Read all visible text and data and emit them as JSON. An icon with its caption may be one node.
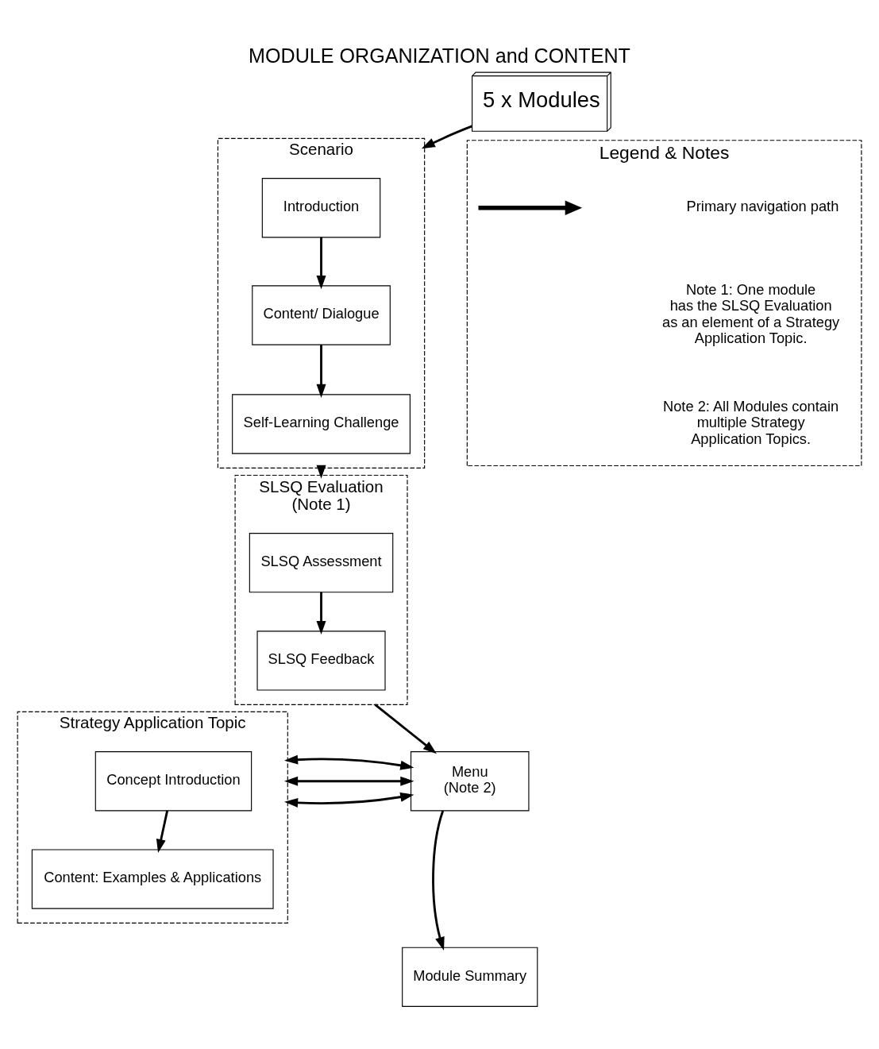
{
  "diagram": {
    "title": "MODULE ORGANIZATION and CONTENT",
    "nodes": [
      {
        "text": [
          "5 x Modules"
        ]
      },
      {
        "text": [
          "Scenario"
        ]
      },
      {
        "text": [
          "Introduction"
        ],
        "in": 1
      },
      {
        "text": [
          "Content/ Dialogue"
        ],
        "in": 1
      },
      {
        "text": [
          "Self-Learning Challenge"
        ],
        "in": 1
      },
      {
        "text": [
          "SLSQ Evaluation",
          "(Note 1)"
        ]
      },
      {
        "text": [
          "SLSQ Assessment"
        ],
        "in": 5
      },
      {
        "text": [
          "SLSQ Feedback"
        ],
        "in": 5
      },
      {
        "text": [
          "Menu",
          "(Note 2)"
        ]
      },
      {
        "text": [
          "Strategy Application Topic"
        ]
      },
      {
        "text": [
          "Concept Introduction"
        ],
        "in": 9
      },
      {
        "text": [
          "Content: Examples & Applications"
        ],
        "in": 9
      },
      {
        "text": [
          "Module Summary"
        ]
      },
      {
        "text": [
          "Legend & Notes"
        ]
      }
    ],
    "edges": [
      {
        "from": 0,
        "to": 1,
        "arrow": "to"
      },
      {
        "from": 2,
        "to": 3,
        "arrow": "to"
      },
      {
        "from": 3,
        "to": 4,
        "arrow": "to"
      },
      {
        "from": 1,
        "to": 5,
        "arrow": "to"
      },
      {
        "from": 6,
        "to": 7,
        "arrow": "to"
      },
      {
        "from": 5,
        "to": 8,
        "arrow": "to"
      },
      {
        "from": 8,
        "to": 9,
        "arrow": "both"
      },
      {
        "from": 8,
        "to": 9,
        "arrow": "both"
      },
      {
        "from": 8,
        "to": 9,
        "arrow": "both"
      },
      {
        "from": 10,
        "to": 11,
        "arrow": "to"
      },
      {
        "from": 8,
        "to": 12,
        "arrow": "to"
      }
    ],
    "labels": [
      "Note 1: One module has the SLSQ Evaluation as an element of a Strategy Application Topic.",
      "Note 2: All Modules contain multiple Strategy Application Topics."
    ],
    "legend": [
      {
        "text": "Primary navigation path"
      }
    ]
  }
}
